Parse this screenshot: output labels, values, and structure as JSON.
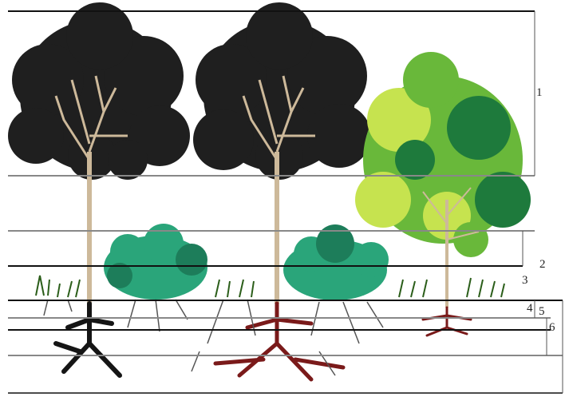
{
  "layer_labels": [
    "1",
    "2",
    "3",
    "4",
    "5",
    "6"
  ],
  "colors": {
    "dark_foliage": "#1f1f1f",
    "trunk": "#cdb99a",
    "bush": "#2aa57a",
    "bush_dark": "#1d7d5a",
    "light_green": "#c6e34f",
    "mid_green": "#69b83a",
    "dark_green": "#1e7a3c",
    "root_black": "#151515",
    "root_red": "#7a1a1a",
    "root_grey": "#555555",
    "layer_line": "#111111",
    "layer_line_light": "#888888"
  }
}
